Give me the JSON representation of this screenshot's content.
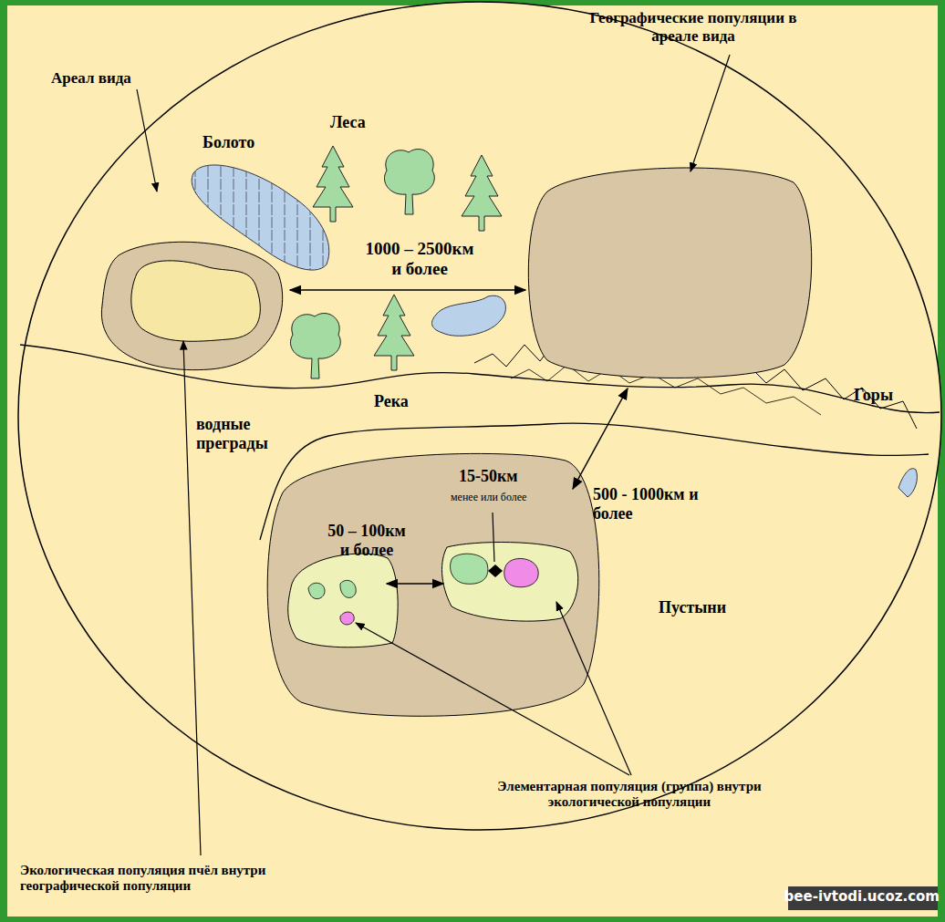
{
  "diagram": {
    "nodes": [
      {
        "text": [
          "Ареал вида"
        ]
      }
    ],
    "labels": [
      "Географические популяции в ареале вида",
      "Леса",
      "Болото",
      "1000 – 2500км и более",
      "Река",
      "водные преграды",
      "Горы",
      "15-50км",
      "менее или более",
      "500 - 1000км и более",
      "50 – 100км и более",
      "Пустыни",
      "Экологическая популяция пчёл внутри географической популяции",
      "Элементарная популяция (группа) внутри экологической популяции",
      "bee-ivtodi.ucoz.com"
    ]
  }
}
